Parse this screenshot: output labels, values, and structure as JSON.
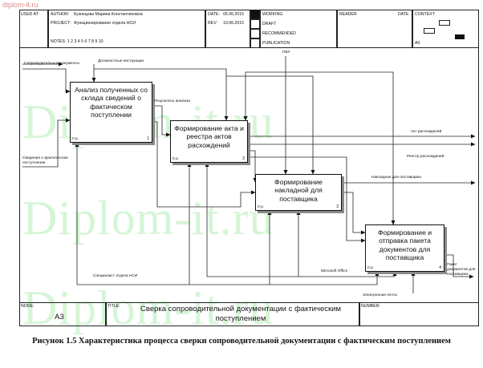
{
  "watermark": {
    "site": "diplom-it.ru",
    "big": [
      "Diplom-it.ru",
      "Diplom-it.ru",
      "Diplom-it.ru"
    ]
  },
  "header": {
    "used_at_label": "USED AT:",
    "author_label": "AUTHOR:",
    "author_value": "Кузнецова Марина Константиновна",
    "project_label": "PROJECT:",
    "project_value": "Функционирование отдела НСИ",
    "notes": "NOTES: 1 2 3 4 5 6 7 8 9 10",
    "date_label": "DATE:",
    "date_value": "05.06.2015",
    "rev_label": "REV:",
    "rev_value": "10.06.2015",
    "status_working": "WORKING",
    "status_draft": "DRAFT",
    "status_recommended": "RECOMMENDED",
    "status_publication": "PUBLICATION",
    "reader_label": "READER",
    "reader_date_label": "DATE",
    "context_label": "CONTEXT:",
    "context_node": "A0"
  },
  "activities": [
    {
      "title": "Анализ полученных со склада сведений о фактическом поступлении",
      "cost": "0 р.",
      "num": "1"
    },
    {
      "title": "Формирование акта и реестра актов расхождений",
      "cost": "0 р.",
      "num": "2"
    },
    {
      "title": "Формирование накладной для поставщика",
      "cost": "0 р.",
      "num": "3"
    },
    {
      "title": "Формирование и отправка пакета документов для поставщика",
      "cost": "0 р.",
      "num": "4"
    }
  ],
  "arrows": {
    "accompanying_docs": "Сопроводительные документы",
    "job_instructions": "Должностные инструкции",
    "pbu": "ПБУ",
    "analysis_results": "Результаты анализа",
    "receipt_info": "Сведения о фактическом поступлении",
    "discrepancy_act": "Акт расхождений",
    "discrepancy_register": "Реестр расхождений",
    "supplier_invoice": "Накладная для поставщика",
    "document_package": "Пакет документов для поставщика",
    "nsi_specialist": "Специалист отдела НСИ",
    "microsoft_office": "Microsoft Office",
    "email": "Электронная почта"
  },
  "footer": {
    "node_label": "NODE:",
    "node_value": "А3",
    "title_label": "TITLE:",
    "title_value": "Сверка сопроводительной документации с фактическим поступлением",
    "number_label": "NUMBER:"
  },
  "caption": "Рисунок 1.5  Характеристика процесса сверки сопроводительной документации с фактическим поступлением"
}
